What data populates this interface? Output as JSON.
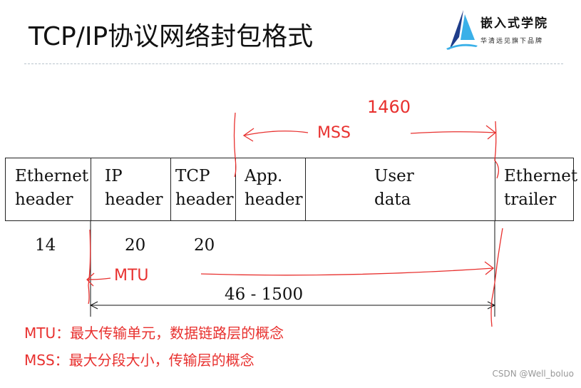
{
  "title": "TCP/IP协议网络封包格式",
  "logo": {
    "name": "嵌入式学院",
    "tagline": "华清远见旗下品牌",
    "colors": {
      "dark": "#1f3d8a",
      "light": "#3ab0e8"
    }
  },
  "packet": {
    "fields": [
      {
        "line1": "Ethernet",
        "line2": "header"
      },
      {
        "line1": "IP",
        "line2": "header"
      },
      {
        "line1": "TCP",
        "line2": "header"
      },
      {
        "line1": "App.",
        "line2": "header"
      },
      {
        "line1": "User",
        "line2": "data"
      },
      {
        "line1": "Ethernet",
        "line2": "trailer"
      }
    ],
    "sizes": [
      "14",
      "20",
      "20"
    ],
    "mtu_range": "46 - 1500"
  },
  "annotations": {
    "mss_value": "1460",
    "mss_label": "MSS",
    "mtu_label": "MTU",
    "color": "#e8312f"
  },
  "notes": [
    "MTU：最大传输单元，数据链路层的概念",
    "MSS：最大分段大小，传输层的概念"
  ],
  "credit": "CSDN @Well_boluo"
}
